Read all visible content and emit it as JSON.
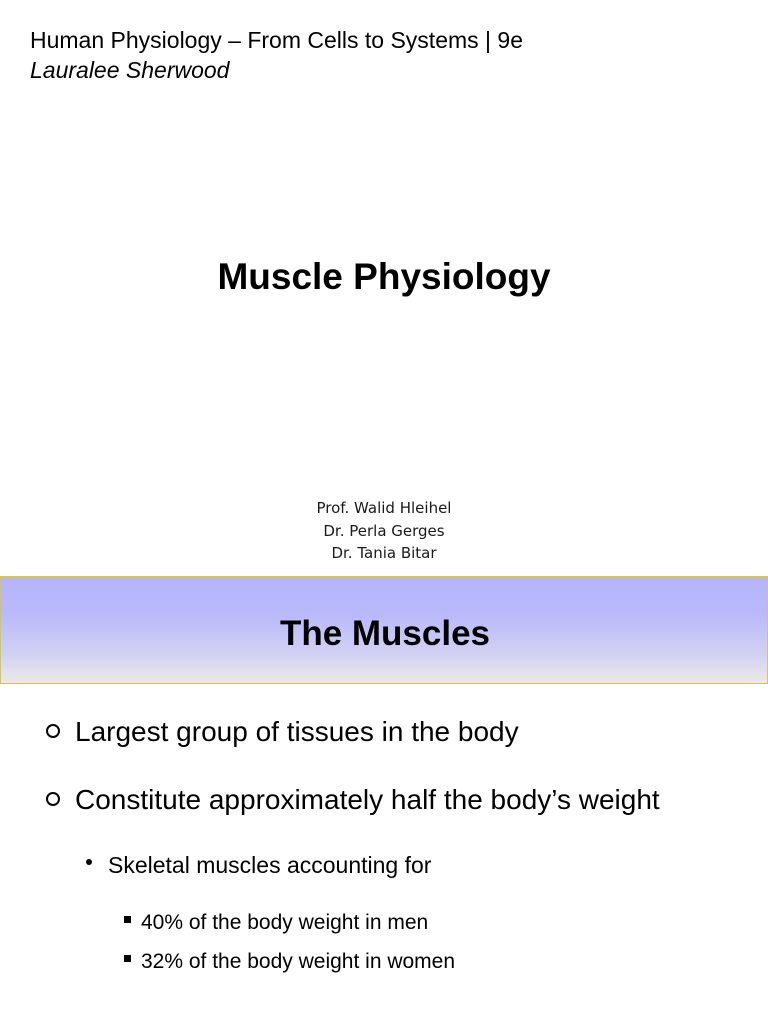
{
  "slide1": {
    "book_title": "Human Physiology – From Cells to Systems | 9e",
    "book_author": "Lauralee Sherwood",
    "main_title": "Muscle Physiology",
    "authors": [
      "Prof. Walid Hleihel",
      "Dr. Perla Gerges",
      "Dr. Tania Bitar"
    ]
  },
  "slide2": {
    "title": "The Muscles",
    "bullets": [
      {
        "level": 1,
        "marker": "hollow-circle",
        "text": "Largest group of tissues in the body"
      },
      {
        "level": 1,
        "marker": "hollow-circle",
        "text": "Constitute approximately half the body’s weight"
      },
      {
        "level": 2,
        "marker": "dot",
        "text": "Skeletal muscles accounting for"
      },
      {
        "level": 3,
        "marker": "square",
        "text": "40% of the body weight in men"
      },
      {
        "level": 3,
        "marker": "square",
        "text": "32% of the body weight in women"
      }
    ]
  },
  "colors": {
    "banner_top": "#b5b5ff",
    "banner_bottom": "#ece9e5",
    "banner_border": "#d8c55a"
  }
}
